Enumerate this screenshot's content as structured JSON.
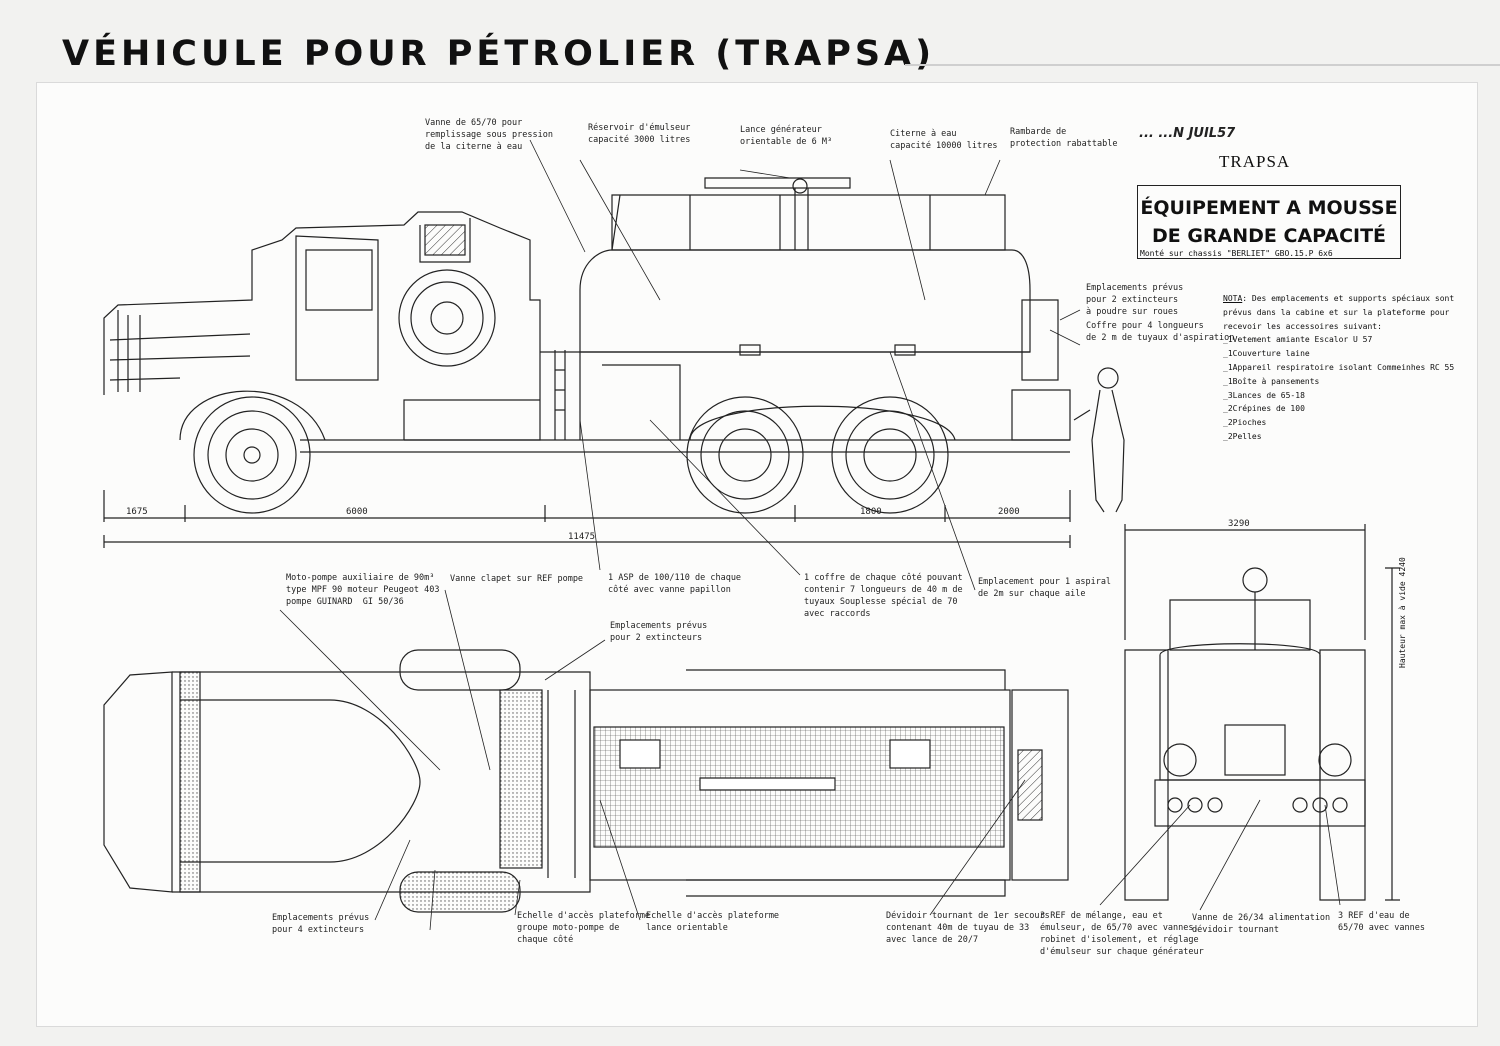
{
  "title": "VÉHICULE POUR PÉTROLIER (TRAPSA)",
  "plate": {
    "top_mark": "... ...N JUIL57",
    "trapsa": "TRAPSA",
    "box_line1": "ÉQUIPEMENT A MOUSSE",
    "box_line2": "DE GRANDE CAPACITÉ",
    "monte": "Monté sur chassis \"BERLIET\" GBO.15.P 6x6"
  },
  "note": {
    "head": "NOTA",
    "line1": ": Des emplacements et supports spéciaux sont",
    "line2": "prévus dans la cabine et sur la plateforme pour",
    "line3": "recevoir les accessoires suivant:",
    "items": [
      "_1Vetement amiante Escalor U 57",
      "_1Couverture laine",
      "_1Appareil respiratoire isolant Commeinhes RC 55",
      "_1Boîte à pansements",
      "_3Lances de 65-18",
      "_2Crépines de 100",
      "_2Pioches",
      "_2Pelles"
    ]
  },
  "dims": {
    "d1": "1675",
    "d2": "6000",
    "d3": "1800",
    "d4": "2000",
    "total": "11475",
    "width": "3290",
    "height_label": "Hauteur max à vide 4240"
  },
  "labels": {
    "vanne65": [
      "Vanne de 65/70 pour",
      "remplissage sous pression",
      "de la citerne à eau"
    ],
    "reservoir": [
      "Réservoir d'émulseur",
      "capacité 3000 litres"
    ],
    "lance_gen": [
      "Lance générateur",
      "orientable de 6 M³"
    ],
    "citerne": [
      "Citerne à eau",
      "capacité 10000 litres"
    ],
    "rambarde": [
      "Rambarde de",
      "protection rabattable"
    ],
    "extinct2": [
      "Emplacements prévus",
      "pour 2 extincteurs",
      "à poudre sur roues"
    ],
    "coffre4": [
      "Coffre pour 4 longueurs",
      "de 2 m de tuyaux d'aspiration"
    ],
    "motopompe": [
      "Moto-pompe auxiliaire de 90m³",
      "type MPF 90 moteur Peugeot 403",
      "pompe GUINARD  GI 50/36"
    ],
    "clapet": [
      "Vanne clapet sur REF pompe"
    ],
    "asp": [
      "1 ASP de 100/110 de chaque",
      "côté avec vanne papillon"
    ],
    "coffre_cote": [
      "1 coffre de chaque côté pouvant",
      "contenir 7 longueurs de 40 m de",
      "tuyaux Souplesse spécial de 70",
      "avec raccords"
    ],
    "aspiral": [
      "Emplacement pour 1 aspiral",
      "de 2m sur chaque aile"
    ],
    "extinct2b": [
      "Emplacements prévus",
      "pour 2 extincteurs"
    ],
    "extinct4": [
      "Emplacements prévus",
      "pour 4 extincteurs"
    ],
    "echelle_groupe": [
      "Echelle d'accès plateforme",
      "groupe moto-pompe de",
      "chaque côté"
    ],
    "echelle_lance": [
      "Echelle d'accès plateforme",
      "lance orientable"
    ],
    "devidoir": [
      "Dévidoir tournant de 1er secours",
      "contenant 40m de tuyau de 33",
      "avec lance de 20/7"
    ],
    "ref_melange": [
      "3 REF de mélange, eau et",
      "émulseur, de 65/70 avec vannes,",
      "robinet d'isolement, et réglage",
      "d'émulseur sur chaque générateur"
    ],
    "vanne2634": [
      "Vanne de 26/34 alimentation",
      "dévidoir tournant"
    ],
    "ref_eau": [
      "3 REF d'eau de",
      "65/70 avec vannes"
    ]
  }
}
